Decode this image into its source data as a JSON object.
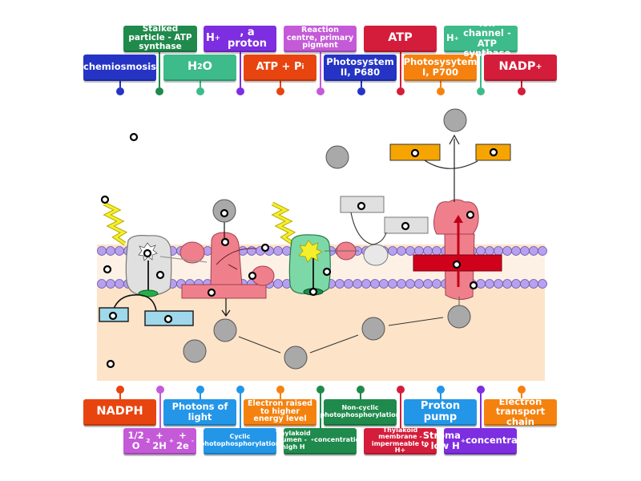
{
  "top_labels": [
    {
      "id": "chemiosmosis",
      "text": "chemiosmosis",
      "color": "#2534c4"
    },
    {
      "id": "stalked-particle",
      "text": "Stalked particle - ATP synthase",
      "color": "#1f8a4c"
    },
    {
      "id": "h2o",
      "text": "H₂O",
      "color": "#3dbb8a"
    },
    {
      "id": "h-proton",
      "text": "H⁺, a proton",
      "color": "#7d2ee0"
    },
    {
      "id": "atp-pi",
      "text": "ATP + Pᵢ",
      "color": "#e8440f"
    },
    {
      "id": "reaction-centre",
      "text": "Reaction centre, primary pigment",
      "color": "#c45ad8"
    },
    {
      "id": "photosystem-ii",
      "text": "Photosystem II, P680",
      "color": "#2534c4"
    },
    {
      "id": "atp",
      "text": "ATP",
      "color": "#d41d3a"
    },
    {
      "id": "photosystem-i",
      "text": "Photosysytem I, P700",
      "color": "#f5820f"
    },
    {
      "id": "h-ion-channel",
      "text": "H⁺ ion channel - ATP synthase",
      "color": "#3dbb8a"
    },
    {
      "id": "nadp",
      "text": "NADP⁺",
      "color": "#d41d3a"
    }
  ],
  "bottom_labels": [
    {
      "id": "nadph",
      "text": "NADPH",
      "color": "#e8440f"
    },
    {
      "id": "half-o2",
      "text": "1/2 O₂ + 2H⁺ + 2e⁻",
      "color": "#c45ad8"
    },
    {
      "id": "photons",
      "text": "Photons of light",
      "color": "#2396e8"
    },
    {
      "id": "cyclic",
      "text": "Cyclic photophosphorylation",
      "color": "#2396e8"
    },
    {
      "id": "electron-raised",
      "text": "Electron raised to higher energy level",
      "color": "#f5820f"
    },
    {
      "id": "thylakoid-lumen",
      "text": "Thylakoid lumen - high H⁺ concentration",
      "color": "#1f8a4c"
    },
    {
      "id": "non-cyclic",
      "text": "Non-cyclic photophosphorylation",
      "color": "#1f8a4c"
    },
    {
      "id": "thylakoid-membrane",
      "text": "Thylakoid membrane - impermeable to H+",
      "color": "#d41d3a"
    },
    {
      "id": "proton-pump",
      "text": "Proton pump",
      "color": "#2396e8"
    },
    {
      "id": "stroma",
      "text": "Stroma - low H⁺ concentration",
      "color": "#7d2ee0"
    },
    {
      "id": "etc",
      "text": "Electron transport chain",
      "color": "#f5820f"
    }
  ],
  "diagram": {
    "colors": {
      "stroma_bg": "#fde3c8",
      "lumen_bg": "#fdf1e6",
      "phospholipid": "#b7a0ef",
      "psii": "#e0e0e0",
      "psi": "#7dd8a8",
      "cytochrome": "#f07f8c",
      "atp_synthase_channel": "#d0021b",
      "carrier_grey": "#a9a9a9",
      "light_bolt": "#f4ef2a",
      "nadp_box": "#f6a500",
      "water_box": "#9ed8ea"
    }
  }
}
